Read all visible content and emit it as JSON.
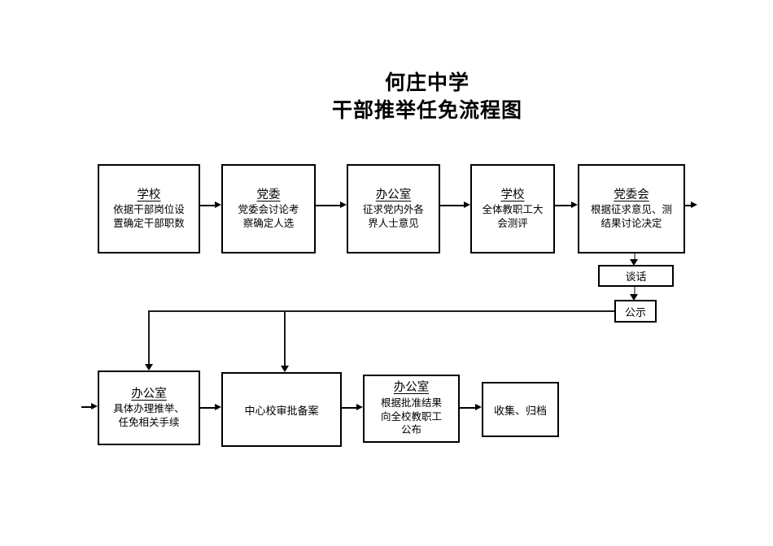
{
  "title": {
    "line1": "何庄中学",
    "line2": "干部推举任免流程图"
  },
  "row1": [
    {
      "header": "学校",
      "body": "依据干部岗位设\n置确定干部职数"
    },
    {
      "header": "党委",
      "body": "党委会讨论考\n察确定人选"
    },
    {
      "header": "办公室",
      "body": "征求党内外各\n界人士意见"
    },
    {
      "header": "学校",
      "body": "全体教职工大\n会测评"
    },
    {
      "header": "党委会",
      "body": "根据征求意见、测\n结果讨论决定"
    }
  ],
  "middle": {
    "talk": "谈话",
    "notice": "公示"
  },
  "row2": [
    {
      "header": "办公室",
      "body": "具体办理推举、\n任免相关手续"
    },
    {
      "header": "",
      "body": "中心校审批备案"
    },
    {
      "header": "办公室",
      "body": "根据批准结果\n向全校教职工\n公布"
    },
    {
      "header": "",
      "body": "收集、归档"
    }
  ],
  "colors": {
    "background": "#ffffff",
    "text": "#000000",
    "box_border": "#000000",
    "connector": "#000000",
    "gray_connector": "#808080"
  }
}
